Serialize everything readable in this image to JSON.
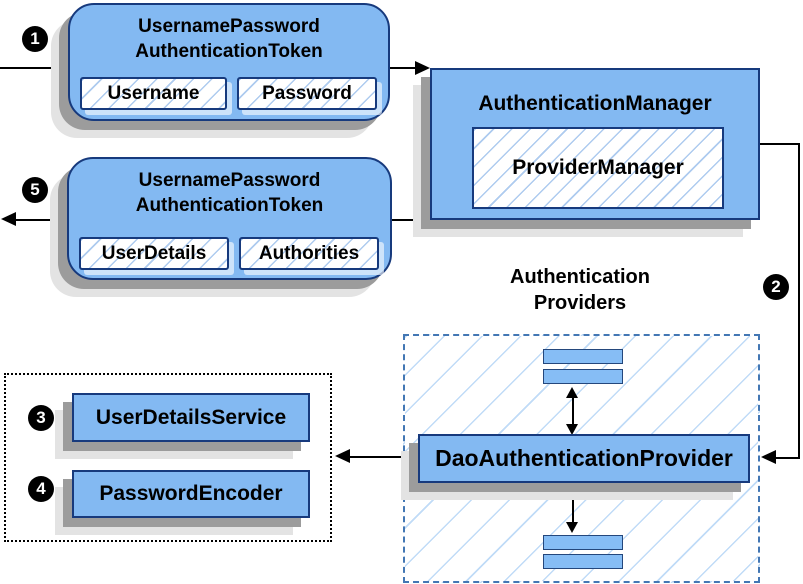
{
  "colors": {
    "box_fill": "#83b9f2",
    "box_border": "#173a7d",
    "shadow_dark": "#9c9c9c",
    "shadow_light": "#e3e3e3",
    "hatch_line": "#8cbef0",
    "dashed_border": "#4377b4",
    "dotted_border": "#000000",
    "connector": "#000000",
    "badge_bg": "#000000",
    "badge_text": "#ffffff"
  },
  "steps": {
    "s1": "1",
    "s2": "2",
    "s3": "3",
    "s4": "4",
    "s5": "5"
  },
  "request_token": {
    "title1": "UsernamePassword",
    "title2": "AuthenticationToken",
    "field1": "Username",
    "field2": "Password"
  },
  "response_token": {
    "title1": "UsernamePassword",
    "title2": "AuthenticationToken",
    "field1": "UserDetails",
    "field2": "Authorities"
  },
  "authentication_manager": {
    "title": "AuthenticationManager",
    "inner_label": "ProviderManager"
  },
  "authentication_providers": {
    "title1": "Authentication",
    "title2": "Providers",
    "dao_label": "DaoAuthenticationProvider"
  },
  "services": {
    "user_details_service": "UserDetailsService",
    "password_encoder": "PasswordEncoder"
  }
}
